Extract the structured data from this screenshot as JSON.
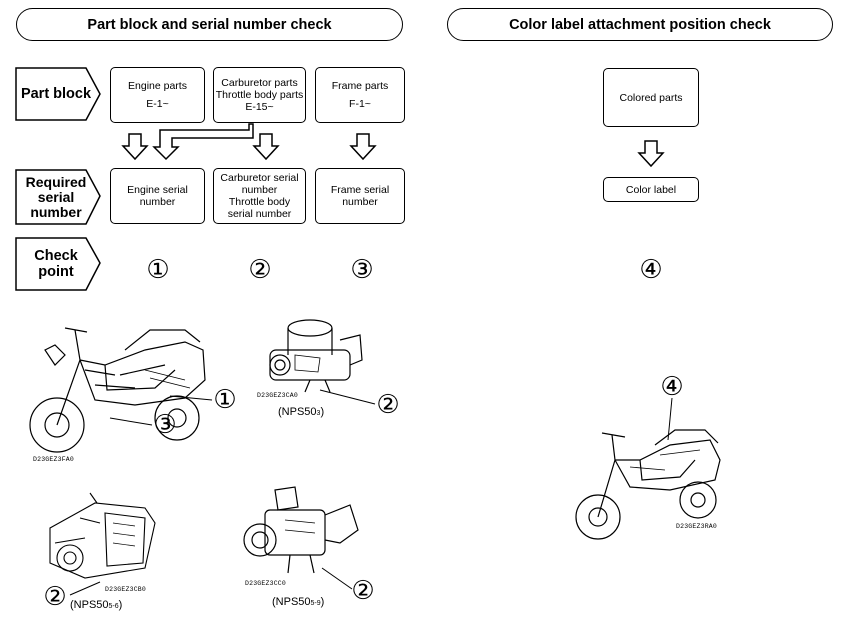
{
  "left_header": "Part block and serial number check",
  "right_header": "Color label attachment position check",
  "row_tags": {
    "part_block": [
      "Part block"
    ],
    "serial": [
      "Required",
      "serial",
      "number"
    ],
    "check": [
      "Check",
      "point"
    ]
  },
  "part_boxes": {
    "engine": {
      "l1": "Engine parts",
      "l2": "E-1~"
    },
    "carb": {
      "l1": "Carburetor parts",
      "l2": "Throttle body parts",
      "l3": "E-15~"
    },
    "frame": {
      "l1": "Frame parts",
      "l2": "F-1~"
    }
  },
  "serial_boxes": {
    "engine": {
      "l1": "Engine serial",
      "l2": "number"
    },
    "carb": {
      "l1": "Carburetor serial",
      "l2": "number",
      "l3": "Throttle body",
      "l4": "serial number"
    },
    "frame": {
      "l1": "Frame serial",
      "l2": "number"
    }
  },
  "right_boxes": {
    "colored_parts": "Colored parts",
    "color_label": "Color label"
  },
  "check_points": [
    "①",
    "②",
    "③",
    "④"
  ],
  "illustrations": {
    "scooter_code": "D23GEZ3FA0",
    "carb_top_code": "D23GEZ3CA0",
    "carb_top_model": "(NPS50",
    "carb_top_sub": "3",
    "engine_code": "D23GEZ3CB0",
    "engine_model": "(NPS50",
    "engine_sub": "5-6",
    "throttle_code": "D23GEZ3CC0",
    "throttle_model": "(NPS50",
    "throttle_sub": "5-9",
    "right_scooter_code": "D23GEZ3RA0"
  }
}
